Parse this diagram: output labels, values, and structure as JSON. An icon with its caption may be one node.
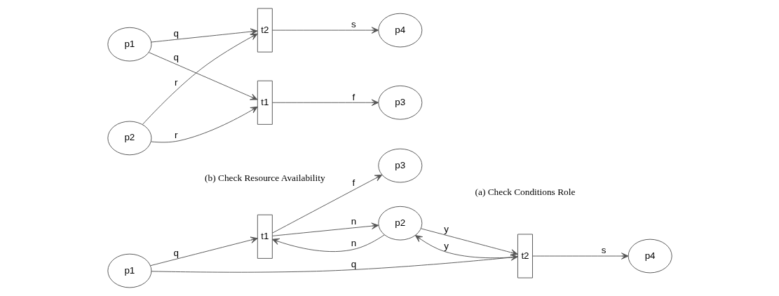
{
  "diagram": {
    "nodes": [
      {
        "text": [
          "p1"
        ]
      },
      {
        "text": [
          "t1"
        ]
      },
      {
        "text": [
          "p2"
        ]
      },
      {
        "text": [
          "t2"
        ]
      },
      {
        "text": [
          "p3"
        ]
      },
      {
        "text": [
          "p4"
        ]
      },
      {
        "text": [
          "p1"
        ]
      },
      {
        "text": [
          "t1"
        ]
      },
      {
        "text": [
          "p2"
        ]
      },
      {
        "text": [
          "t2"
        ]
      },
      {
        "text": [
          "p3"
        ]
      },
      {
        "text": [
          "p4"
        ]
      }
    ],
    "edges": [
      {
        "from": 0,
        "to": 1,
        "arrow": "to",
        "label": "q"
      },
      {
        "from": 0,
        "to": 3,
        "arrow": "to",
        "label": "q"
      },
      {
        "from": 1,
        "to": 4,
        "arrow": "to",
        "label": "f"
      },
      {
        "from": 3,
        "to": 5,
        "arrow": "to",
        "label": "s"
      },
      {
        "from": 2,
        "to": 1,
        "arrow": "to",
        "label": "n"
      },
      {
        "from": 1,
        "to": 2,
        "arrow": "to",
        "label": "n"
      },
      {
        "from": 2,
        "to": 3,
        "arrow": "to",
        "label": "y"
      },
      {
        "from": 3,
        "to": 2,
        "arrow": "to",
        "label": "y"
      },
      {
        "from": 6,
        "to": 7,
        "arrow": "to",
        "label": "q"
      },
      {
        "from": 6,
        "to": 9,
        "arrow": "to",
        "label": "q"
      },
      {
        "from": 7,
        "to": 10,
        "arrow": "to",
        "label": "f"
      },
      {
        "from": 9,
        "to": 11,
        "arrow": "to",
        "label": "s"
      },
      {
        "from": 8,
        "to": 7,
        "arrow": "to",
        "label": "r"
      },
      {
        "from": 8,
        "to": 9,
        "arrow": "to",
        "label": "r"
      }
    ],
    "labels": [
      "(a) Check Conditions Role",
      "(b) Check Resource Availability"
    ]
  }
}
